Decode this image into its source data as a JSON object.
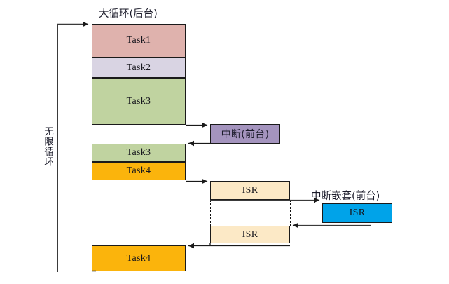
{
  "diagram": {
    "title_main": "大循环(后台)",
    "title_interrupt": "中断(前台)",
    "title_nested": "中断嵌套(前台)",
    "loop_label": "无限循环",
    "bottom_caption": ""
  },
  "colors": {
    "task1": "#DFB2AD",
    "task2": "#D9D4E3",
    "task3": "#C0D3A0",
    "task4": "#FBB40C",
    "interrupt": "#A494BE",
    "isr_cream": "#FCE9C6",
    "isr_blue": "#00A3E9",
    "stroke": "#1a1a1a",
    "text": "#16161d"
  },
  "main_stack": [
    {
      "name": "task1",
      "label": "Task1",
      "color_key": "task1"
    },
    {
      "name": "task2",
      "label": "Task2",
      "color_key": "task2"
    },
    {
      "name": "task3-first",
      "label": "Task3",
      "color_key": "task3"
    },
    {
      "name": "task3-second",
      "label": "Task3",
      "color_key": "task3"
    },
    {
      "name": "task4-first",
      "label": "Task4",
      "color_key": "task4"
    },
    {
      "name": "task4-second",
      "label": "Task4",
      "color_key": "task4"
    }
  ],
  "interrupt_boxes": [
    {
      "name": "interrupt-front",
      "label": "中断(前台)",
      "color_key": "interrupt"
    }
  ],
  "isr_boxes": [
    {
      "name": "isr-upper",
      "label": "ISR",
      "color_key": "isr_cream"
    },
    {
      "name": "isr-lower",
      "label": "ISR",
      "color_key": "isr_cream"
    },
    {
      "name": "isr-nested",
      "label": "ISR",
      "color_key": "isr_blue"
    }
  ]
}
